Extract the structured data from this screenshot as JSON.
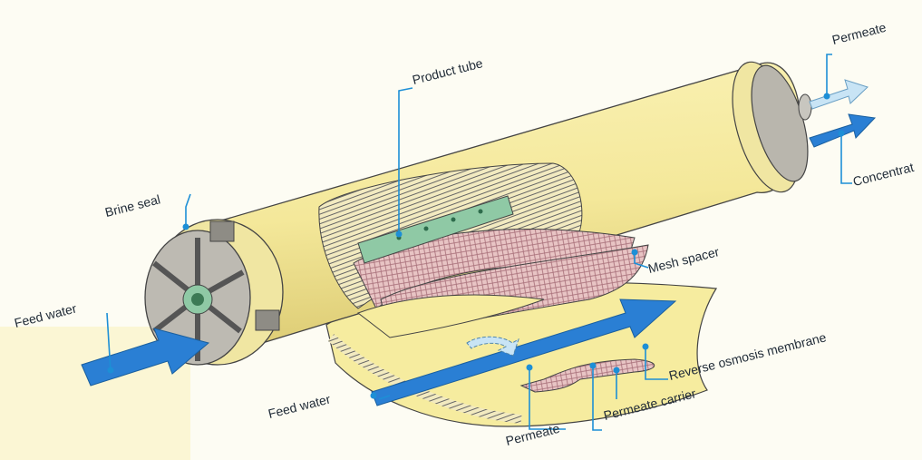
{
  "labels": {
    "permeate_top": "Permeate",
    "product_tube": "Product tube",
    "concentrate": "Concentrat",
    "brine_seal": "Brine seal",
    "mesh_spacer": "Mesh spacer",
    "feed_water_left": "Feed water",
    "reverse_osmosis_membrane": "Reverse osmosis membrane",
    "feed_water_bottom": "Feed water",
    "permeate_carrier": "Permeate carrier",
    "permeate_bottom": "Permeate"
  },
  "colors": {
    "housing": "#f6ec9f",
    "housing_shade": "#e7d67f",
    "end_cap": "#bdbab2",
    "arrow_blue": "#2a7fd4",
    "arrow_light": "#c8e4f5",
    "product_tube": "#8fc9a5",
    "mesh": "#e3b8b8",
    "leader_line": "#1d8fd6"
  }
}
